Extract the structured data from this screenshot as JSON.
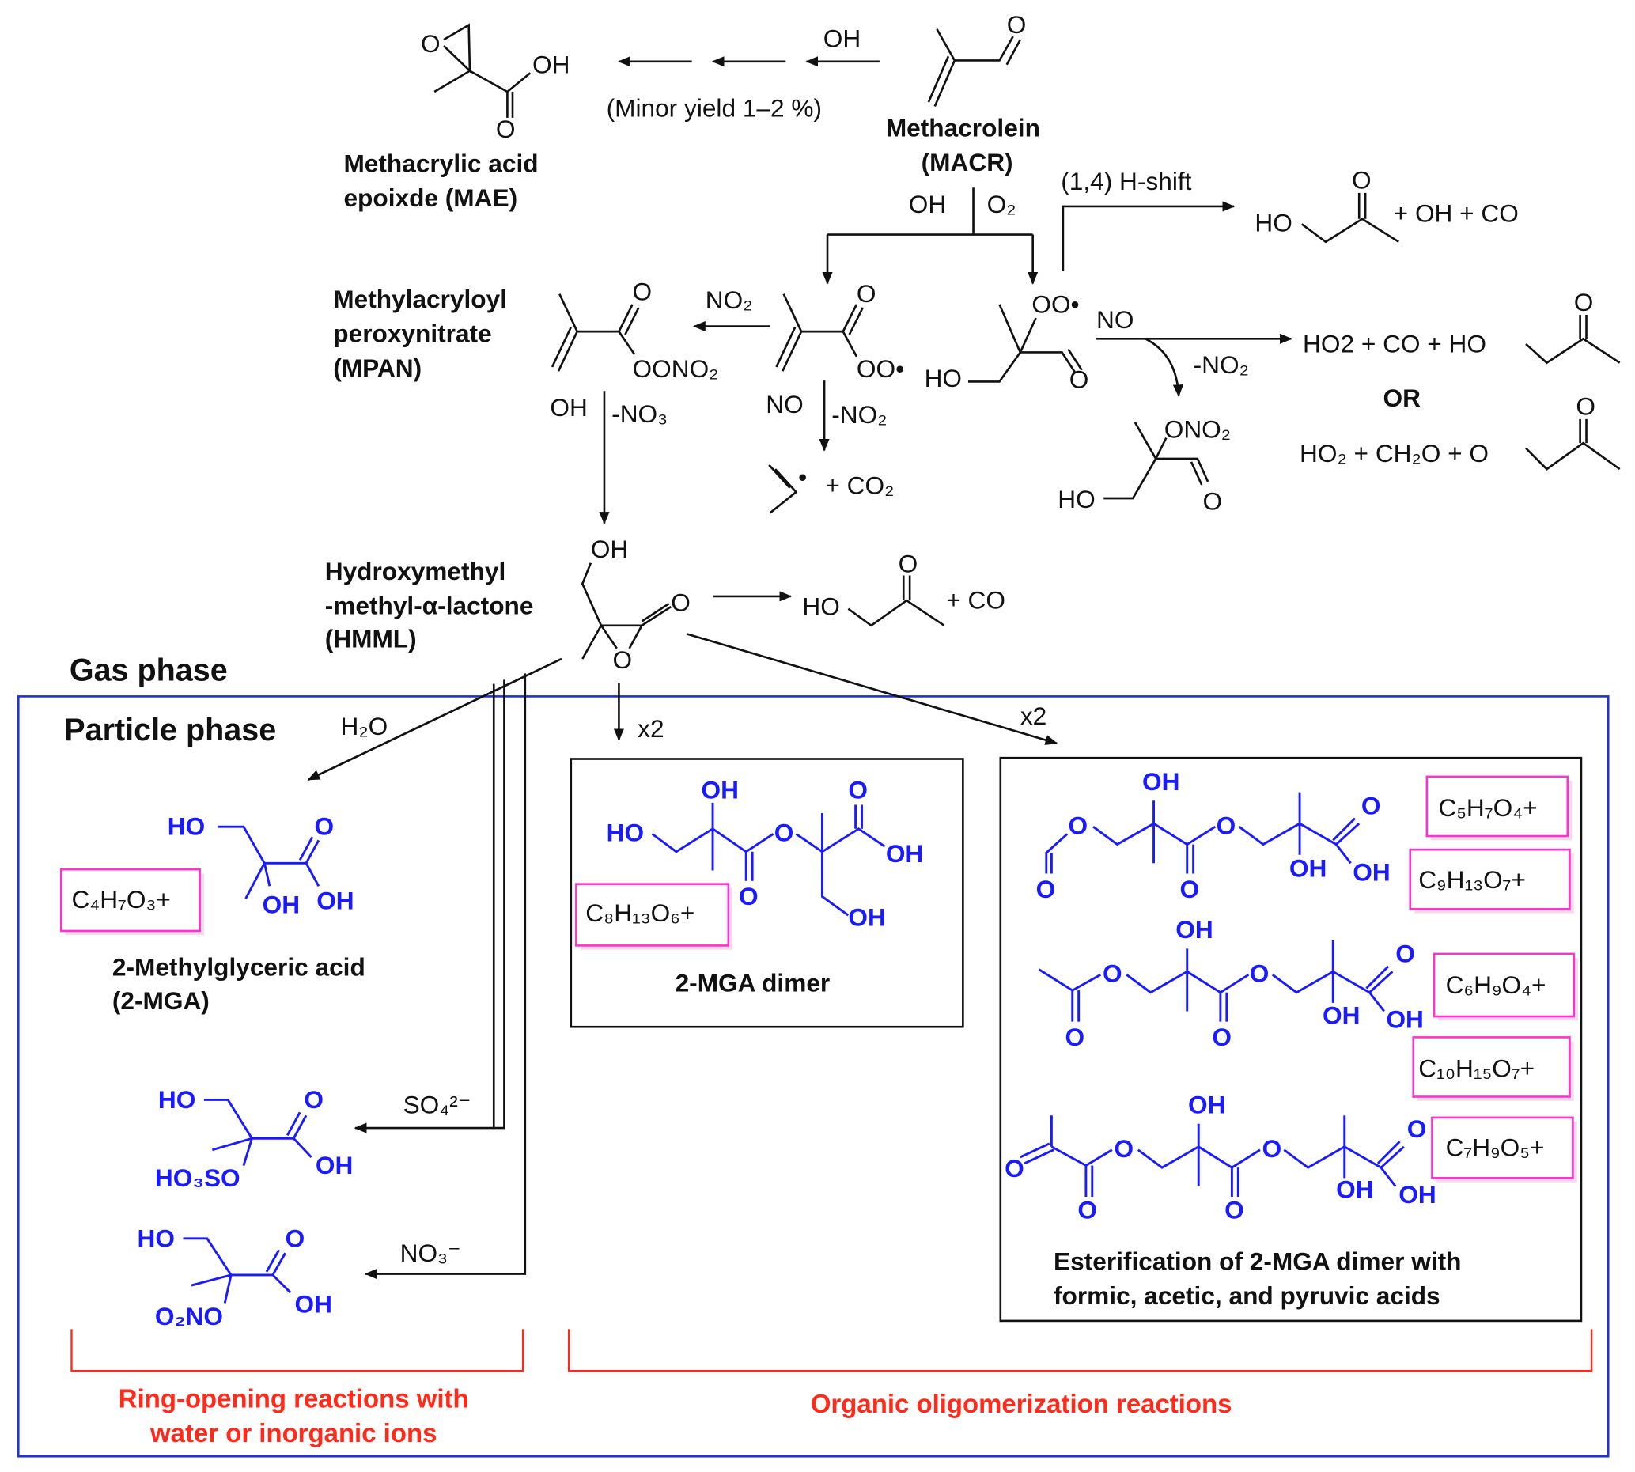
{
  "colors": {
    "structure_blue": "#1a1aff",
    "formula_box": "#ff33cc",
    "phase_box": "#2233cc",
    "annotation_red": "#ff2a1a"
  },
  "top": {
    "oh_reagent": "OH",
    "minor_yield": "(Minor yield 1–2 %)",
    "macr_o": "O",
    "macr_name": "Methacrolein",
    "macr_abbr": "(MACR)",
    "mae_atoms": [
      "O",
      "OH",
      "O"
    ],
    "mae_name1": "Methacrylic acid",
    "mae_name2": "epoixde (MAE)",
    "oh_label": "OH",
    "o2_label": "O₂",
    "hshift": "(1,4) H-shift",
    "hshift_ho": "HO",
    "hshift_o": "O",
    "hshift_plus": "+ OH + CO"
  },
  "mpan": {
    "name1": "Methylacryloyl",
    "name2": "peroxynitrate",
    "name3": "(MPAN)",
    "o": "O",
    "oono2": "OONO₂",
    "no2_reagent": "NO₂",
    "oh": "OH",
    "minus_no3": "-NO₃"
  },
  "acylperoxy": {
    "o": "O",
    "oo": "OO•",
    "no": "NO",
    "minus_no2": "-NO₂",
    "radical": "•",
    "plus_co2": "+ CO₂"
  },
  "peroxy": {
    "oo": "OO•",
    "ho": "HO",
    "o": "O",
    "no": "NO",
    "minus_no2": "-NO₂",
    "prod1": "HO2 + CO + HO",
    "prod1_o": "O",
    "or": "OR",
    "prod2": "HO₂ + CH₂O + O",
    "prod2_o": "O",
    "nitrate_ono2": "ONO₂",
    "nitrate_ho": "HO",
    "nitrate_o": "O"
  },
  "hmml": {
    "name1": "Hydroxymethyl",
    "name2": "-methyl-α-lactone",
    "name3": "(HMML)",
    "oh": "OH",
    "o_carbonyl": "O",
    "o_ring": "O",
    "prod_ho": "HO",
    "prod_o": "O",
    "prod_plus": "+ CO"
  },
  "phases": {
    "gas": "Gas phase",
    "particle": "Particle phase"
  },
  "reagents": {
    "h2o": "H₂O",
    "x2_a": "x2",
    "x2_b": "x2",
    "so4": "SO₄²⁻",
    "no3": "NO₃⁻"
  },
  "mga": {
    "ho": "HO",
    "o": "O",
    "oh1": "OH",
    "oh2": "OH",
    "formula": "C₄H₇O₃+",
    "name1": "2-Methylglyceric acid",
    "name2": "(2-MGA)"
  },
  "sulfate": {
    "ho": "HO",
    "o": "O",
    "hso": "HO₃SO",
    "oh": "OH"
  },
  "nitrate": {
    "ho": "HO",
    "o": "O",
    "o2no": "O₂NO",
    "oh": "OH"
  },
  "dimer": {
    "oh1": "OH",
    "o1": "O",
    "ho": "HO",
    "o_ester": "O",
    "oh2": "OH",
    "o2": "O",
    "oh3": "OH",
    "formula": "C₈H₁₃O₆+",
    "name": "2-MGA dimer"
  },
  "esters": {
    "row1": {
      "oh": "OH",
      "o1": "O",
      "o2": "O",
      "o3": "O",
      "o4": "O",
      "o5": "O",
      "oh2": "OH",
      "oh3": "OH",
      "formulas": [
        "C₅H₇O₄+",
        "C₉H₁₃O₇+"
      ]
    },
    "row2": {
      "oh": "OH",
      "o1": "O",
      "o2": "O",
      "o3": "O",
      "o4": "O",
      "o5": "O",
      "oh2": "OH",
      "oh3": "OH",
      "formulas": [
        "C₆H₉O₄+",
        "C₁₀H₁₅O₇+"
      ]
    },
    "row3": {
      "oh": "OH",
      "o1": "O",
      "o2": "O",
      "o3": "O",
      "o0": "O",
      "o4": "O",
      "o5": "O",
      "oh2": "OH",
      "oh3": "OH",
      "formulas": [
        "C₇H₉O₅+"
      ]
    },
    "caption1": "Esterification of 2-MGA dimer with",
    "caption2": "formic, acetic, and pyruvic acids"
  },
  "annotations": {
    "ring1": "Ring-opening reactions with",
    "ring2": "water or inorganic ions",
    "oligo": "Organic oligomerization reactions"
  }
}
